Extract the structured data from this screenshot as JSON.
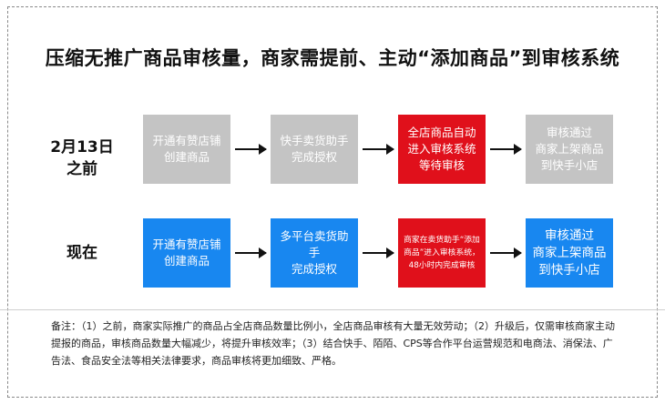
{
  "title": "压缩无推广商品审核量，商家需提前、主动“添加商品”到审核系统",
  "rows": [
    {
      "label_line1": "2月13日",
      "label_line2": "之前",
      "boxes": [
        {
          "text": "开通有赞店铺创建商品",
          "color": "gray"
        },
        {
          "text": "快手卖货助手完成授权",
          "color": "gray"
        },
        {
          "text": "全店商品自动进入审核系统等待审核",
          "color": "red"
        },
        {
          "text": "审核通过商家上架商品到快手小店",
          "color": "gray"
        }
      ]
    },
    {
      "label_line1": "现在",
      "label_line2": "",
      "boxes": [
        {
          "text": "开通有赞店铺创建商品",
          "color": "blue"
        },
        {
          "text": "多平台卖货助手完成授权",
          "color": "blue"
        },
        {
          "text": "商家在卖货助手“添加商品”进入审核系统，48小时内完成审核",
          "color": "red"
        },
        {
          "text": "审核通过商家上架商品到快手小店",
          "color": "blue"
        }
      ]
    }
  ],
  "note": "备注：（1）之前，商家实际推广的商品占全店商品数量比例小，全店商品审核有大量无效劳动；（2）升级后，仅需审核商家主动提报的商品，审核商品数量大幅减少，将提升审核效率；（3）结合快手、陌陌、CPS等合作平台运营规范和电商法、消保法、广告法、食品安全法等相关法律要求，商品审核将更加细致、严格。",
  "lines": {
    "r0b0": [
      "开通有赞店铺",
      "创建商品"
    ],
    "r0b1": [
      "快手卖货助手",
      "完成授权"
    ],
    "r0b2": [
      "全店商品自动",
      "进入审核系统",
      "等待审核"
    ],
    "r0b3": [
      "审核通过",
      "商家上架商品",
      "到快手小店"
    ],
    "r1b0": [
      "开通有赞店铺",
      "创建商品"
    ],
    "r1b1": [
      "多平台卖货助手",
      "完成授权"
    ],
    "r1b2": [
      "商家在卖货助手“添加",
      "商品”进入审核系统，",
      "48小时内完成审核"
    ],
    "r1b3": [
      "审核通过",
      "商家上架商品",
      "到快手小店"
    ]
  }
}
